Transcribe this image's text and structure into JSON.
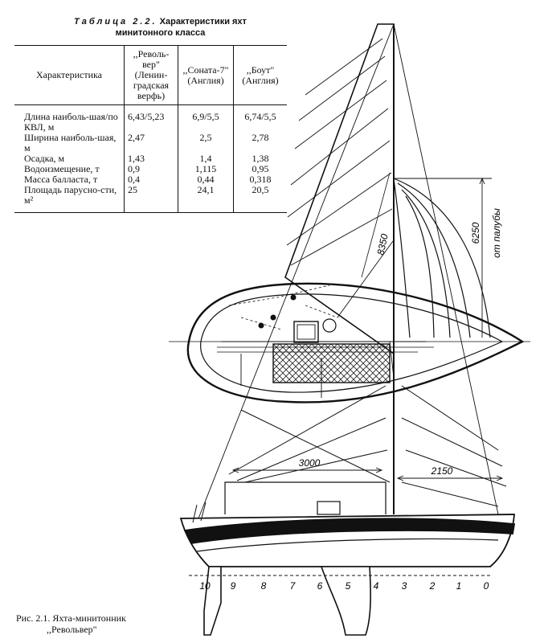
{
  "table": {
    "title_lead": "Таблица 2.2.",
    "title_rest": "Характеристики яхт",
    "title_line2": "минитонного класса",
    "headers": {
      "characteristic": "Характеристика",
      "col1": ",,Револь-вер\" (Ленин-градская верфь)",
      "col2": ",,Соната-7\" (Англия)",
      "col3": ",,Боут\" (Англия)"
    },
    "rows": [
      {
        "label": "Длина наиболь-шая/по КВЛ, м",
        "c1": "6,43/5,23",
        "c2": "6,9/5,5",
        "c3": "6,74/5,5"
      },
      {
        "label": "Ширина наиболь-шая, м",
        "c1": "2,47",
        "c2": "2,5",
        "c3": "2,78"
      },
      {
        "label": "Осадка, м",
        "c1": "1,43",
        "c2": "1,4",
        "c3": "1,38"
      },
      {
        "label": "Водоизмещение, т",
        "c1": "0,9",
        "c2": "1,115",
        "c3": "0,95"
      },
      {
        "label": "Масса балласта, т",
        "c1": "0,4",
        "c2": "0,44",
        "c3": "0,318"
      },
      {
        "label": "Площадь парусно-сти, м²",
        "c1": "25",
        "c2": "24,1",
        "c3": "20,5"
      }
    ]
  },
  "drawing": {
    "dim_mast_height": "8350",
    "dim_forestay": "6250",
    "dim_forestay_note": "от палубы",
    "dim_boom": "3000",
    "dim_spreader": "2150",
    "station_marks": [
      "10",
      "9",
      "8",
      "7",
      "6",
      "5",
      "4",
      "3",
      "2",
      "1",
      "0"
    ]
  },
  "figure_caption": {
    "line1": "Рис. 2.1. Яхта-минитонник",
    "line2": ",,Револьвер\""
  }
}
